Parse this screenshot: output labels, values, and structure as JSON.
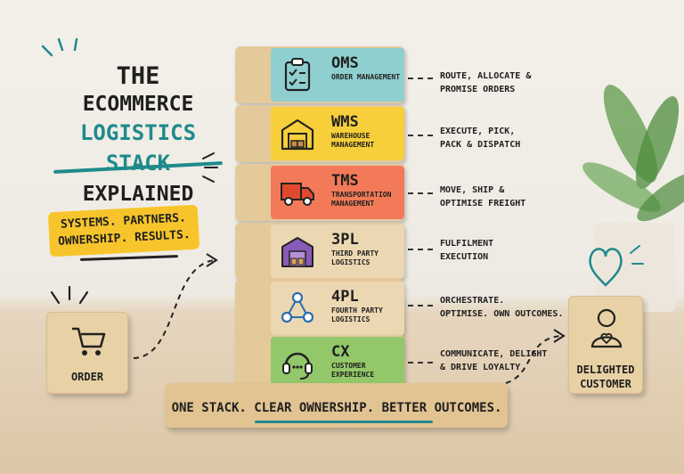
{
  "title": {
    "line1": "THE",
    "line2": "ECOMMERCE",
    "line3": "LOGISTICS STACK",
    "line4": "EXPLAINED"
  },
  "tagline": {
    "line1": "SYSTEMS. PARTNERS.",
    "line2": "OWNERSHIP. RESULTS."
  },
  "order_cube": {
    "label": "ORDER",
    "icon": "cart-icon"
  },
  "customer_cube": {
    "line1": "DELIGHTED",
    "line2": "CUSTOMER",
    "icon": "person-heart-icon"
  },
  "stack": [
    {
      "code": "OMS",
      "full": "ORDER MANAGEMENT",
      "desc1": "ROUTE, ALLOCATE &",
      "desc2": "PROMISE ORDERS",
      "color": "#8fcfcf",
      "icon": "clipboard-check-icon"
    },
    {
      "code": "WMS",
      "full": "WAREHOUSE MANAGEMENT",
      "desc1": "EXECUTE, PICK,",
      "desc2": "PACK & DISPATCH",
      "color": "#f6cf3a",
      "icon": "warehouse-icon"
    },
    {
      "code": "TMS",
      "full": "TRANSPORTATION MANAGEMENT",
      "desc1": "MOVE, SHIP &",
      "desc2": "OPTIMISE FREIGHT",
      "color": "#f37a58",
      "icon": "truck-icon"
    },
    {
      "code": "3PL",
      "full": "THIRD PARTY LOGISTICS",
      "desc1": "FULFILMENT",
      "desc2": "EXECUTION",
      "color": "#ecd7b3",
      "icon": "purple-warehouse-icon"
    },
    {
      "code": "4PL",
      "full": "FOURTH PARTY LOGISTICS",
      "desc1": "ORCHESTRATE.",
      "desc2": "OPTIMISE. OWN OUTCOMES.",
      "color": "#ecd7b3",
      "icon": "network-icon"
    },
    {
      "code": "CX",
      "full": "CUSTOMER EXPERIENCE",
      "desc1": "COMMUNICATE, DELIGHT",
      "desc2": "& DRIVE LOYALTY",
      "color": "#92c869",
      "icon": "headset-icon"
    }
  ],
  "base": {
    "text": "ONE STACK. CLEAR OWNERSHIP. BETTER OUTCOMES."
  },
  "colors": {
    "teal": "#1f8a8c",
    "yellow": "#f7c52b",
    "wood": "#e4c99a"
  }
}
